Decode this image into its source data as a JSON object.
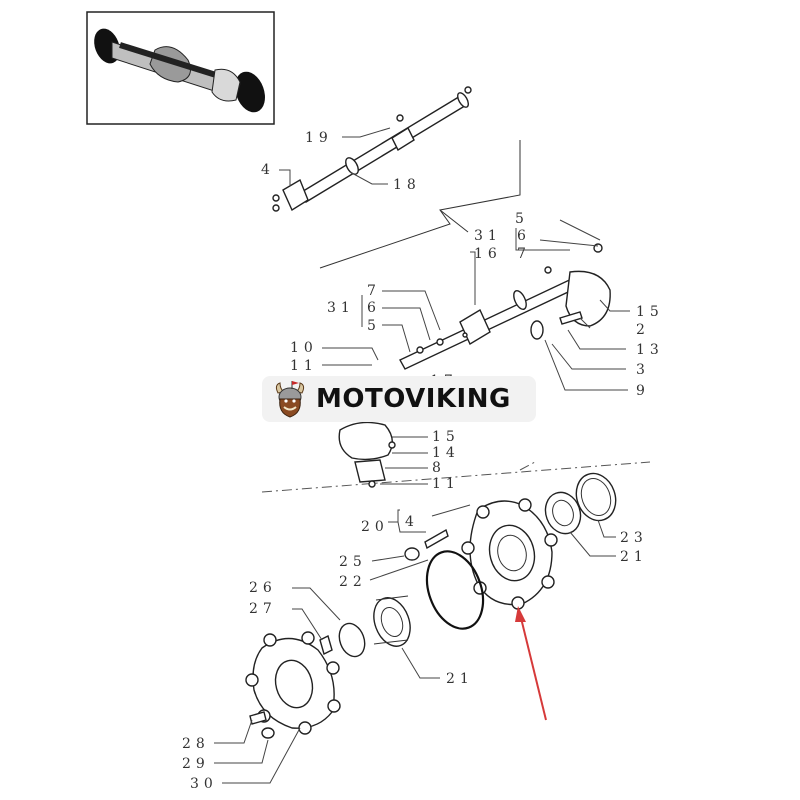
{
  "watermark": {
    "brand": "MOTOVIKING"
  },
  "colors": {
    "arrow": "#d63a3a",
    "line": "#333333",
    "logo_shield": "#8a4a22",
    "logo_horns": "#d9c7a0",
    "logo_flag": "#c62828"
  },
  "labels": {
    "l19": "19",
    "l4a": "4",
    "l18": "18",
    "l5a": "5",
    "l31a": "31",
    "l6a": "6",
    "l7a": "7",
    "l16": "16",
    "l15a": "15",
    "l2": "2",
    "l13": "13",
    "l3": "3",
    "l9": "9",
    "l7b": "7",
    "l31b": "31",
    "l6b": "6",
    "l5b": "5",
    "l10": "10",
    "l11a": "11",
    "l17": "17",
    "l15b": "15",
    "l14": "14",
    "l8": "8",
    "l11b": "11",
    "l20": "20",
    "l4b": "4",
    "l25": "25",
    "l22": "22",
    "l23": "23",
    "l21a": "21",
    "l26": "26",
    "l27": "27",
    "l21b": "21",
    "l28": "28",
    "l29": "29",
    "l30": "30"
  }
}
